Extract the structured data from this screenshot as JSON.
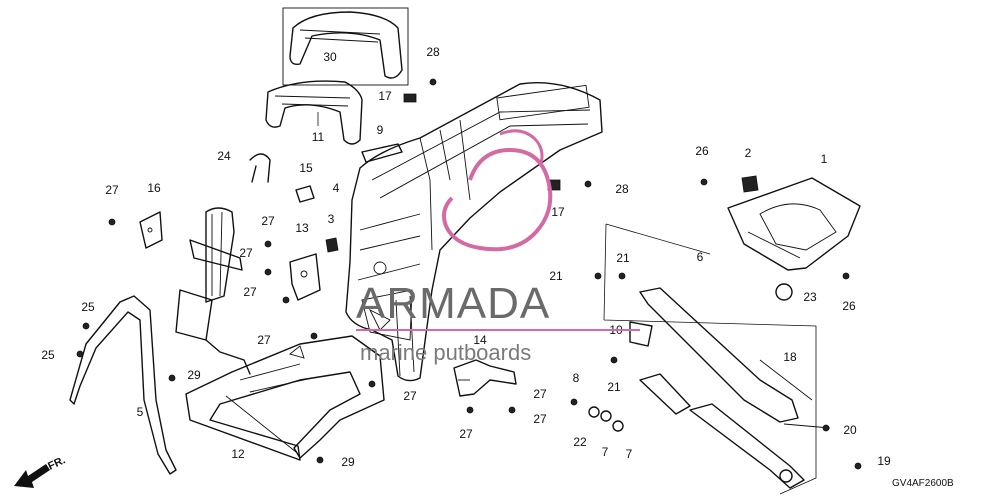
{
  "diagram": {
    "callouts": [
      "30",
      "11",
      "28",
      "17",
      "9",
      "24",
      "15",
      "4",
      "16",
      "27",
      "27",
      "3",
      "13",
      "27",
      "27",
      "27",
      "25",
      "25",
      "29",
      "5",
      "12",
      "29",
      "27",
      "14",
      "27",
      "27",
      "27",
      "2",
      "1",
      "26",
      "28",
      "17",
      "6",
      "21",
      "21",
      "10",
      "8",
      "22",
      "7",
      "7",
      "21",
      "18",
      "20",
      "19",
      "23",
      "26"
    ],
    "watermark": {
      "brand": "ARMADA",
      "tagline": "marine putboards"
    },
    "diagram_code": "GV4AF2600B",
    "direction_label": "FR."
  }
}
